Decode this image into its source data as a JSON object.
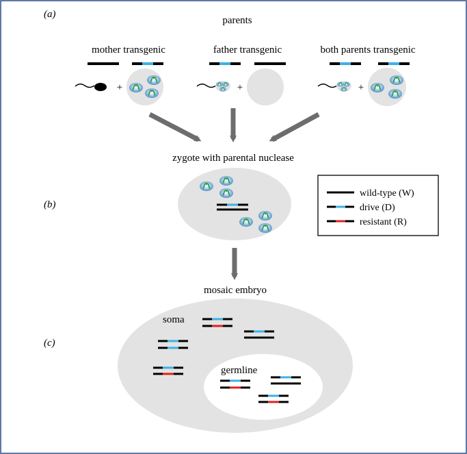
{
  "panel_labels": {
    "a": "(a)",
    "b": "(b)",
    "c": "(c)"
  },
  "parents_title": "parents",
  "parent_groups": {
    "mother": "mother transgenic",
    "father": "father transgenic",
    "both": "both parents transgenic"
  },
  "plus_sign": "+",
  "zygote_label": "zygote with parental nuclease",
  "mosaic_label": "mosaic embryo",
  "soma_label": "soma",
  "germline_label": "germline",
  "legend": {
    "wild_type": "wild-type (W)",
    "drive": "drive (D)",
    "resistant": "resistant (R)"
  },
  "colors": {
    "frame": "#2b4a8c",
    "cell_fill": "#e3e3e3",
    "arrow": "#6d6d6d",
    "chromosome": "#000000",
    "drive": "#3db0e6",
    "resistant": "#e02020",
    "nuclease_blue": "#4a8fc4",
    "nuclease_green": "#2e9a4c"
  }
}
